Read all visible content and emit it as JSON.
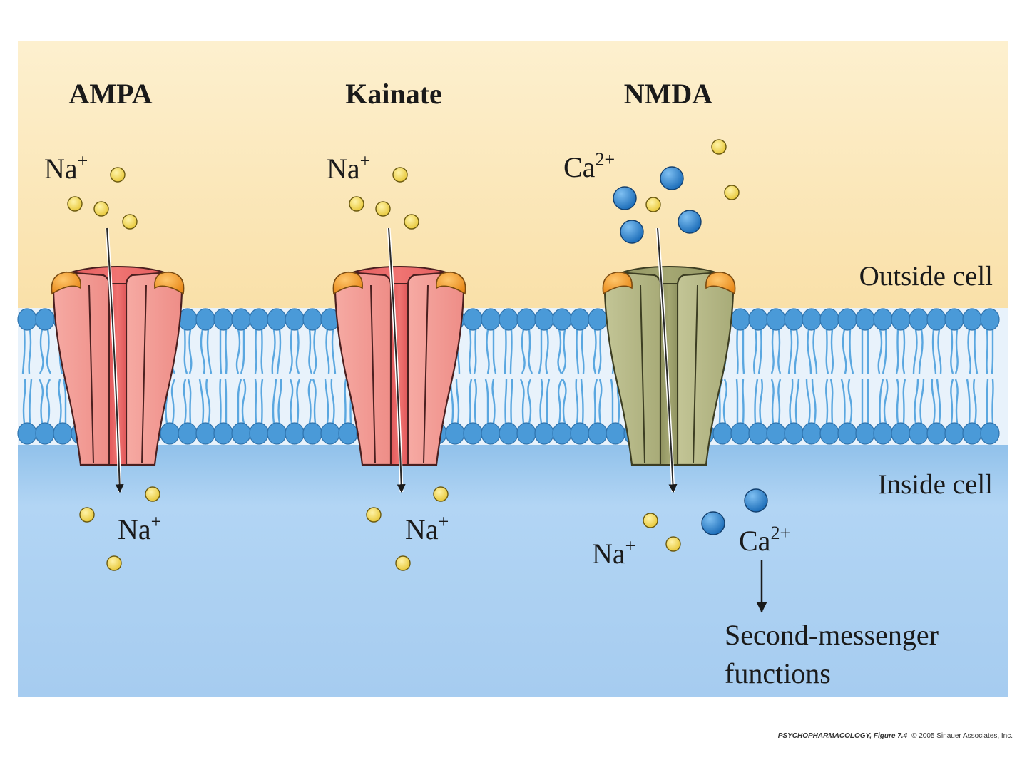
{
  "channels": {
    "ampa": {
      "title": "AMPA",
      "ion_out": "Na",
      "ion_out_sup": "+",
      "ion_in": "Na",
      "ion_in_sup": "+"
    },
    "kainate": {
      "title": "Kainate",
      "ion_out": "Na",
      "ion_out_sup": "+",
      "ion_in": "Na",
      "ion_in_sup": "+"
    },
    "nmda": {
      "title": "NMDA",
      "ion_out": "Ca",
      "ion_out_sup": "2+",
      "ion_in_na": "Na",
      "ion_in_na_sup": "+",
      "ion_in_ca": "Ca",
      "ion_in_ca_sup": "2+"
    }
  },
  "regions": {
    "outside": "Outside cell",
    "inside": "Inside cell"
  },
  "second_messenger": {
    "line1": "Second-messenger",
    "line2": "functions"
  },
  "credit": {
    "book": "PSYCHOPHARMACOLOGY, Figure 7.4",
    "copyright": "© 2005 Sinauer Associates, Inc."
  },
  "colors": {
    "outside_bg": "#fbe6b6",
    "inside_bg": "#a9cff2",
    "lipid_head": "#4a9ad8",
    "lipid_tail": "#5aa7e0",
    "ampa_channel": "#f09a94",
    "nmda_channel": "#b5b786",
    "binding_site": "#f3a02c",
    "na_ion": "#f3dc64",
    "ca_ion": "#2f83cc"
  }
}
